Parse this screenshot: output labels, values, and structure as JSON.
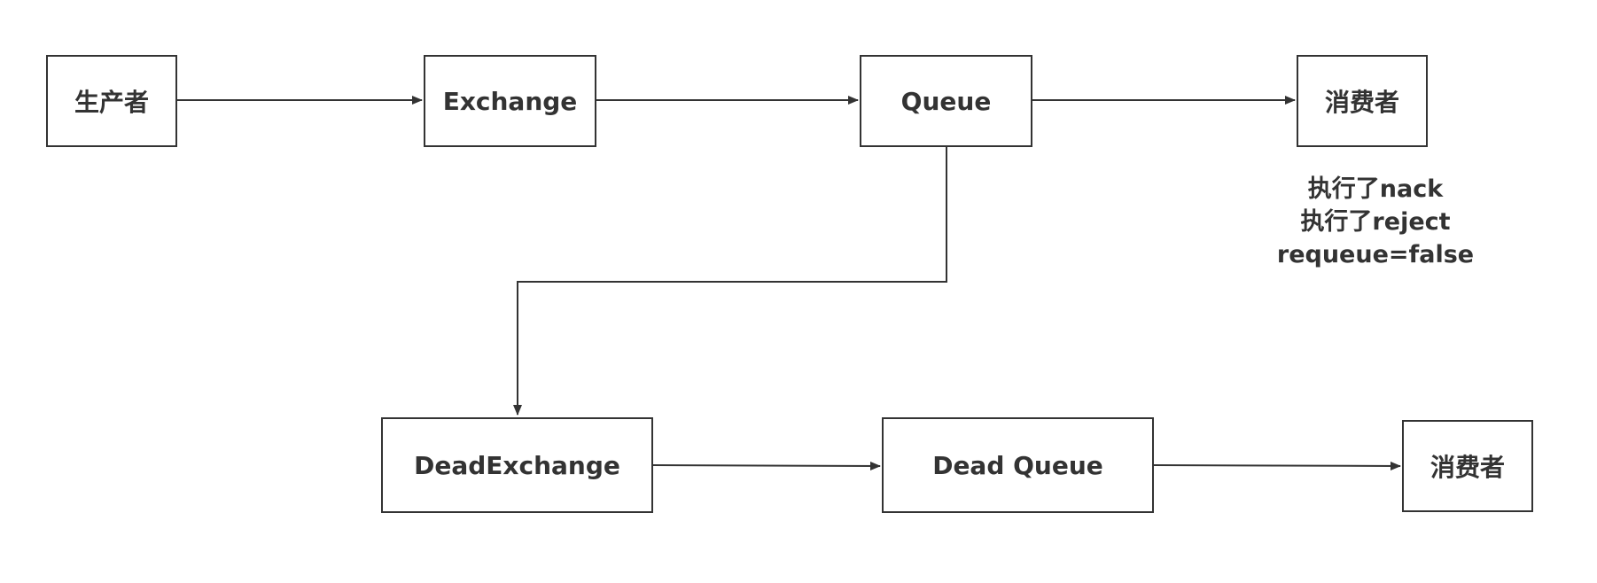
{
  "diagram": {
    "nodes": {
      "producer": "生产者",
      "exchange": "Exchange",
      "queue": "Queue",
      "consumer": "消费者",
      "dead_exchange": "DeadExchange",
      "dead_queue": "Dead Queue",
      "dead_consumer": "消费者"
    },
    "consumer_note": [
      "执行了nack",
      "执行了reject",
      "requeue=false"
    ],
    "colors": {
      "stroke": "#333333",
      "text": "#333333",
      "background": "#ffffff"
    }
  }
}
